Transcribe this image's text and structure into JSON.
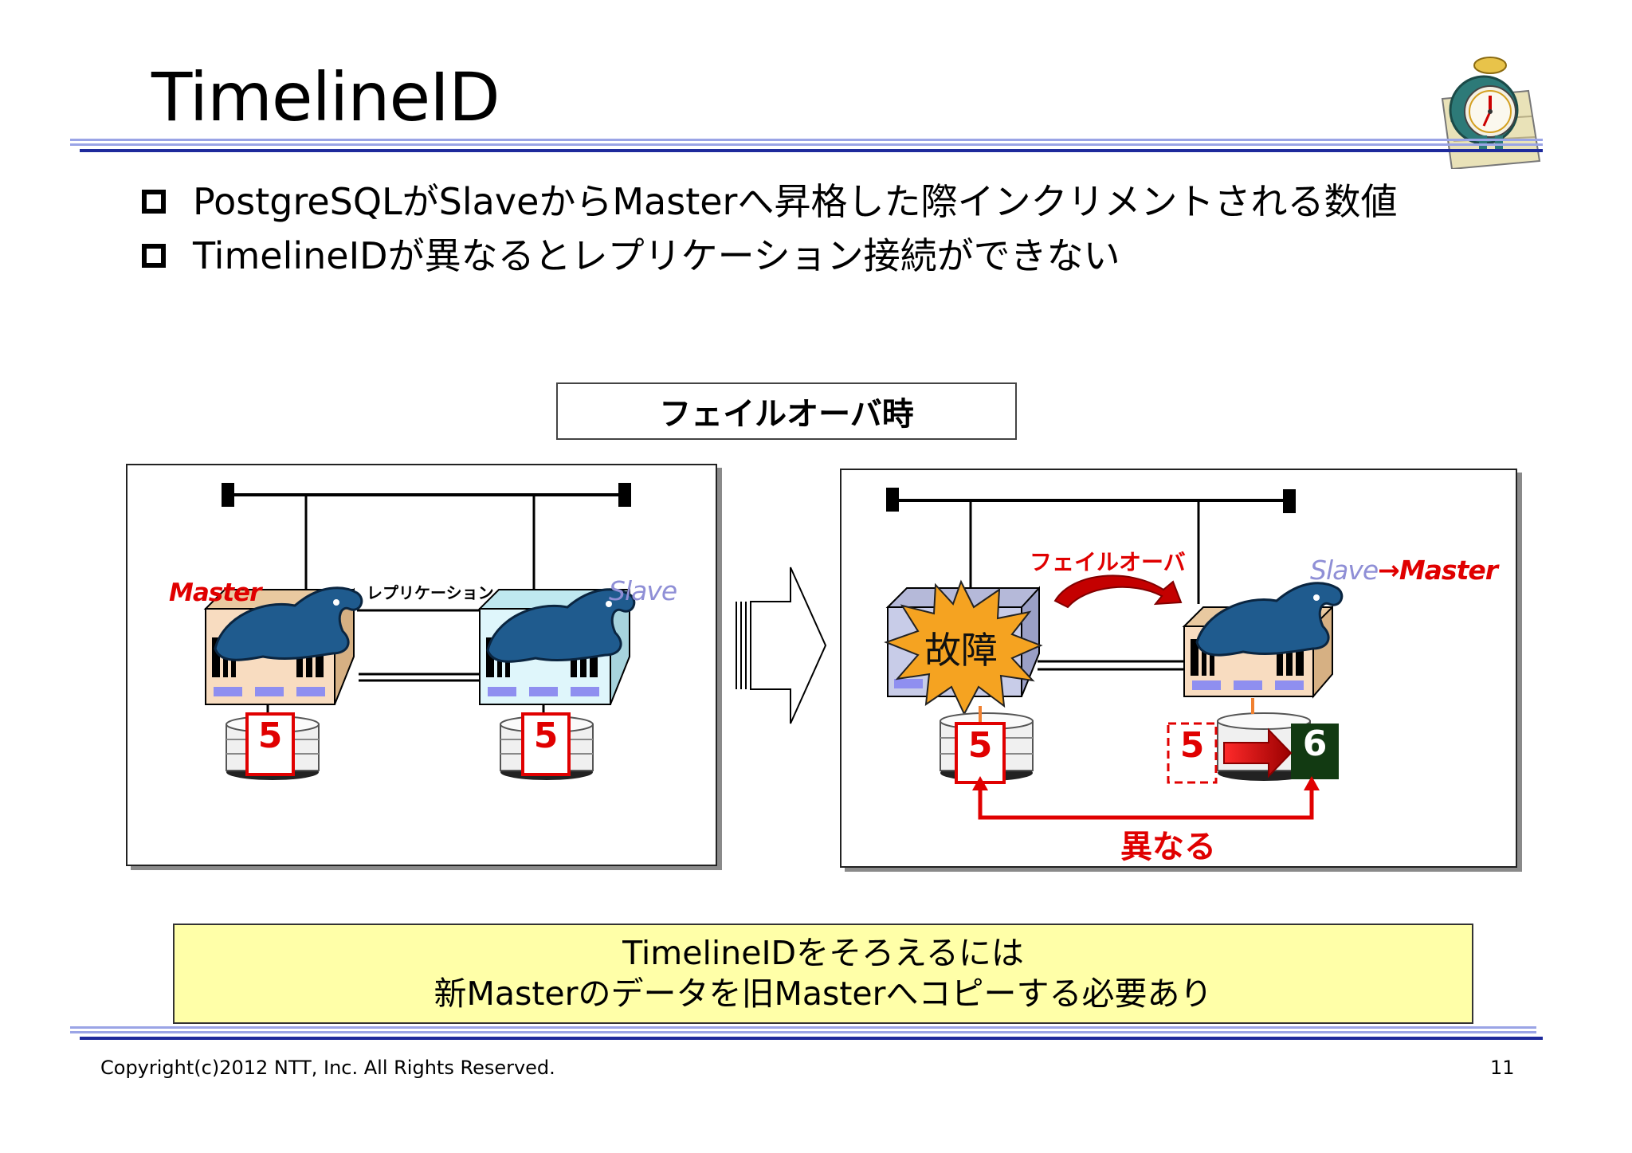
{
  "slide": {
    "title": "TimelineID",
    "bullets": [
      "PostgreSQLがSlaveからMasterへ昇格した際インクリメントされる数値",
      "TimelineIDが異なるとレプリケーション接続ができない"
    ],
    "caption": "フェイルオーバ時",
    "left_panel": {
      "master_label": "Master",
      "slave_label": "Slave",
      "replication_label": "レプリケーション",
      "master_timeline": "5",
      "slave_timeline": "5"
    },
    "right_panel": {
      "failover_label": "フェイルオーバ",
      "promoted_label": "Slave→Master",
      "failure_label": "故障",
      "old_timeline": "5",
      "prev_timeline": "5",
      "new_timeline": "6",
      "differ_label": "異なる"
    },
    "note": [
      "TimelineIDをそろえるには",
      "新Masterのデータを旧Masterへコピーする必要あり"
    ],
    "footer": {
      "copyright": "Copyright(c)2012 NTT, Inc. All Rights Reserved.",
      "page_number": "11"
    }
  },
  "colors": {
    "rule_blue": "#1e2a9c",
    "rule_light": "#9aa4e6",
    "accent_red": "#e00000",
    "timeline_green": "#123a12",
    "note_yellow": "#ffffa8",
    "burst_orange": "#f5a321"
  },
  "icons": [
    "clock-icon",
    "elephant-mascot-icon",
    "server-icon",
    "database-icon",
    "burst-icon",
    "block-arrow-icon",
    "curved-arrow-icon"
  ]
}
